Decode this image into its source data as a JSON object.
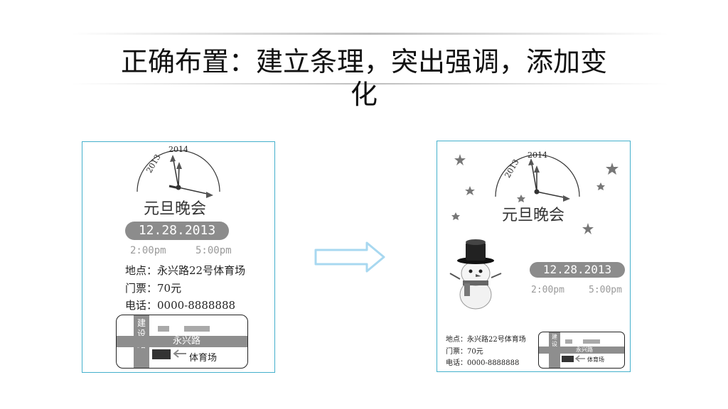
{
  "title": "正确布置：建立条理，突出强调，添加变化",
  "poster": {
    "year_new": "2014",
    "year_old": "2013",
    "event_name": "元旦晚会",
    "date": "12.28.2013",
    "time_start": "2:00pm",
    "time_end": "5:00pm",
    "location": "地点：永兴路22号体育场",
    "ticket": "门票：70元",
    "phone": "电话：0000-8888888",
    "map": {
      "road_vertical": "建设路",
      "road_horizontal": "永兴路",
      "venue": "体育场"
    }
  },
  "colors": {
    "panel_border": "#44b0cc",
    "pill": "#8c8c8c",
    "road": "#8e8e8e",
    "arrow": "#a8d8f0"
  },
  "icons": [
    "clock-icon",
    "star-icon",
    "snowman-icon",
    "right-arrow-icon",
    "left-arrow-icon"
  ]
}
